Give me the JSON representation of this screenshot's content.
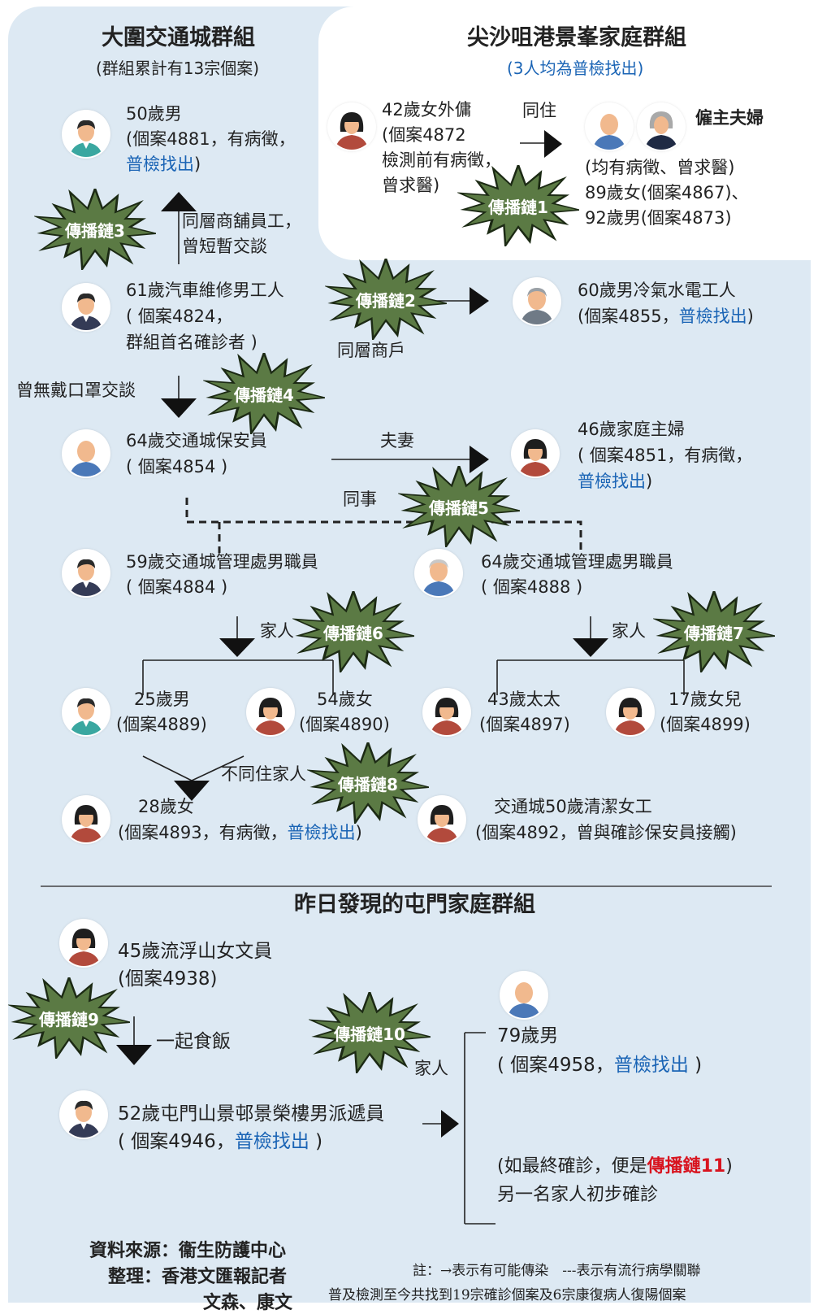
{
  "clusters": {
    "a": {
      "title": "大圍交通城群組",
      "subtitle": "(群組累計有13宗個案)"
    },
    "b": {
      "title": "尖沙咀港景峯家庭群組",
      "subtitle": "(3人均為普檢找出)"
    },
    "c": {
      "title": "昨日發現的屯門家庭群組"
    }
  },
  "chains": [
    "傳播鏈1",
    "傳播鏈2",
    "傳播鏈3",
    "傳播鏈4",
    "傳播鏈5",
    "傳播鏈6",
    "傳播鏈7",
    "傳播鏈8",
    "傳播鏈9",
    "傳播鏈10"
  ],
  "b": {
    "helper": [
      "42歲女外傭",
      "(個案4872",
      "檢測前有病徵，",
      "曾求醫)"
    ],
    "live_with": "同住",
    "employers": "僱主夫婦",
    "employers_detail": [
      "(均有病徵、曾求醫)",
      "89歲女(個案4867)、",
      "92歲男(個案4873)"
    ]
  },
  "a": {
    "p50": {
      "l1": "50歲男",
      "l2": "(個案4881，有病徵，",
      "blue": "普檢找出",
      "end": ")"
    },
    "shop": [
      "同層商舖員工，",
      "曾短暫交談"
    ],
    "p61": [
      "61歲汽車維修男工人",
      "( 個案4824，",
      "群組首名確診者 )"
    ],
    "floor": "同層商戶",
    "p60": {
      "l1": "60歲男冷氣水電工人",
      "l2": "(個案4855，",
      "blue": "普檢找出",
      "end": ")"
    },
    "nomask": "曾無戴口罩交談",
    "p64g": [
      "64歲交通城保安員",
      "( 個案4854 )"
    ],
    "spouse": "夫妻",
    "p46": {
      "l1": "46歲家庭主婦",
      "l2": "( 個案4851，有病徵，",
      "blue": "普檢找出",
      "end": ")"
    },
    "colleague": "同事",
    "p59": [
      "59歲交通城管理處男職員",
      "( 個案4884 )"
    ],
    "p64m": [
      "64歲交通城管理處男職員",
      "( 個案4888 )"
    ],
    "family": "家人",
    "p25": [
      "25歲男",
      "(個案4889)"
    ],
    "p54": [
      "54歲女",
      "(個案4890)"
    ],
    "p43": [
      "43歲太太",
      "(個案4897)"
    ],
    "p17": [
      "17歲女兒",
      "(個案4899)"
    ],
    "notlive": "不同住家人",
    "p28": {
      "l1": "28歲女",
      "l2": "(個案4893，有病徵，",
      "blue": "普檢找出",
      "end": ")"
    },
    "p50c": [
      "交通城50歲清潔女工",
      "(個案4892，曾與確診保安員接觸)"
    ]
  },
  "c": {
    "p45": [
      "45歲流浮山女文員",
      "(個案4938)"
    ],
    "meal": "一起食飯",
    "family": "家人",
    "p52": {
      "l1": "52歲屯門山景邨景榮樓男派遞員",
      "l2": "( 個案4946，",
      "blue": "普檢找出",
      "end": " )"
    },
    "p79": {
      "l1": "79歲男",
      "l2": "( 個案4958，",
      "blue": "普檢找出",
      "end": " )"
    },
    "maybe": {
      "pre": "(如最終確診，便是",
      "red": "傳播鏈11",
      "end": ")"
    },
    "other": "另一名家人初步確診"
  },
  "footer": {
    "source": "資料來源：衞生防護中心",
    "compiled": "整理：香港文匯報記者",
    "reporters": "文森、康文",
    "note1": "註：→表示有可能傳染　---表示有流行病學關聯",
    "note2": "普及檢測至今共找到19宗確診個案及6宗康復病人復陽個案"
  },
  "colors": {
    "burst": "#5b7a44",
    "blue": "#1a64b5",
    "red": "#d8141f",
    "panel": "#dde9f3"
  }
}
